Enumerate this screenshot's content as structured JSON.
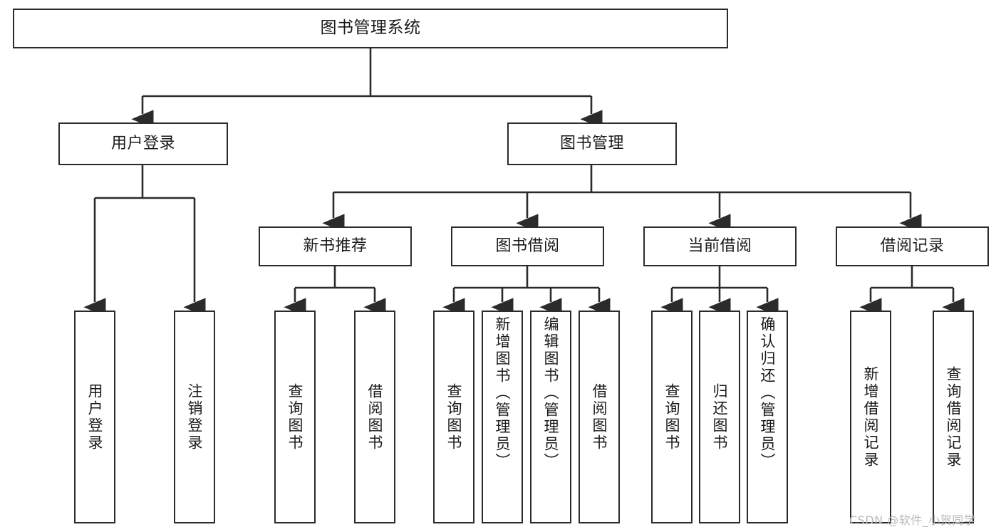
{
  "diagram": {
    "title": "图书管理系统",
    "type": "tree",
    "colors": {
      "stroke": "#2b2b2b",
      "fill": "#ffffff",
      "text": "#1a1a1a",
      "watermark": "#b9b9b9"
    },
    "nodes": {
      "root": {
        "label": "图书管理系统"
      },
      "level2": [
        {
          "label": "用户登录"
        },
        {
          "label": "图书管理"
        }
      ],
      "level3": [
        {
          "label": "新书推荐"
        },
        {
          "label": "图书借阅"
        },
        {
          "label": "当前借阅"
        },
        {
          "label": "借阅记录"
        }
      ],
      "leaves": {
        "user_login": [
          {
            "label": "用户登录"
          },
          {
            "label": "注销登录"
          }
        ],
        "new_book": [
          {
            "label": "查询图书"
          },
          {
            "label": "借阅图书"
          }
        ],
        "borrow_book": [
          {
            "label": "查询图书"
          },
          {
            "label": "新增图书（管理员）"
          },
          {
            "label": "编辑图书（管理员）"
          },
          {
            "label": "借阅图书"
          }
        ],
        "current_borrow": [
          {
            "label": "查询图书"
          },
          {
            "label": "归还图书"
          },
          {
            "label": "确认归还（管理员）"
          }
        ],
        "borrow_record": [
          {
            "label": "新增借阅记录"
          },
          {
            "label": "查询借阅记录"
          }
        ]
      }
    }
  },
  "watermark": {
    "text": "CSDN @软件_小贺同学"
  }
}
